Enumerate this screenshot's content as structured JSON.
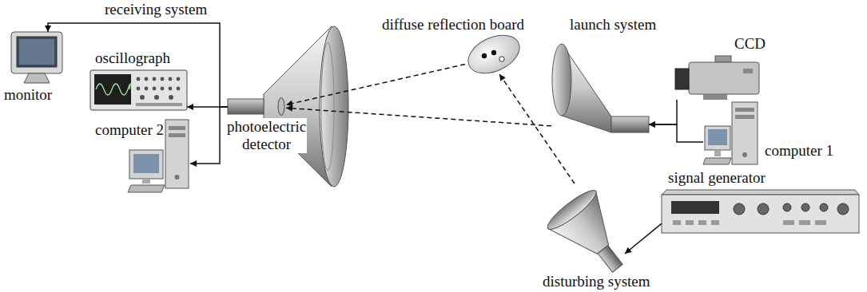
{
  "diagram": {
    "nodes": [
      {
        "text": [
          "monitor"
        ]
      },
      {
        "text": [
          "oscillograph"
        ]
      },
      {
        "text": [
          "computer 2"
        ]
      },
      {
        "text": [
          "photoelectric detector"
        ]
      },
      {
        "text": [
          "diffuse reflection board"
        ]
      },
      {
        "text": [
          "launch system"
        ]
      },
      {
        "text": [
          "CCD"
        ]
      },
      {
        "text": [
          "computer 1"
        ]
      },
      {
        "text": [
          "signal generator"
        ]
      },
      {
        "text": [
          "disturbing system"
        ]
      }
    ],
    "edges": [
      {
        "from": 3,
        "to": 0,
        "arrow": "to"
      },
      {
        "from": 3,
        "to": 1,
        "arrow": "to"
      },
      {
        "from": 3,
        "to": 2,
        "arrow": "to"
      },
      {
        "from": 5,
        "to": 3,
        "arrow": "to"
      },
      {
        "from": 4,
        "to": 3,
        "arrow": "to"
      },
      {
        "from": 9,
        "to": 4,
        "arrow": "to"
      },
      {
        "from": 6,
        "to": 5,
        "arrow": "to"
      },
      {
        "from": 7,
        "to": 5,
        "arrow": "to"
      },
      {
        "from": 8,
        "to": 9,
        "arrow": "to"
      }
    ],
    "labels": [
      "receiving system"
    ]
  }
}
